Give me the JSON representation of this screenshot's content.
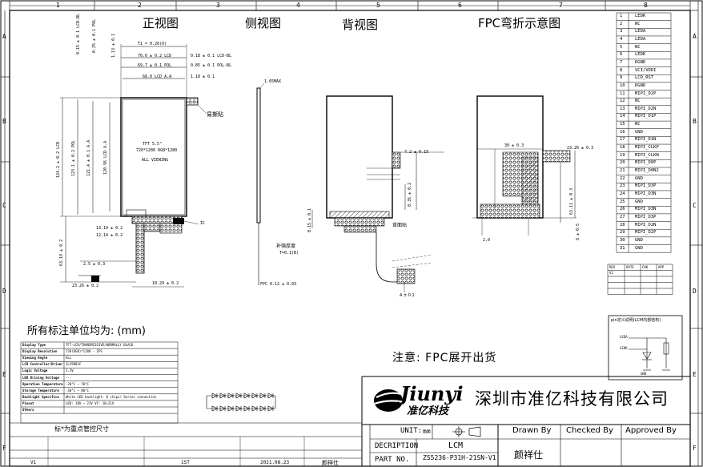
{
  "frame": {
    "columns": [
      "1",
      "2",
      "3",
      "4",
      "5",
      "6",
      "7",
      "8"
    ],
    "rows": [
      "A",
      "B",
      "C",
      "D",
      "E",
      "F"
    ]
  },
  "views": {
    "front_title": "正视图",
    "side_title": "侧视图",
    "back_title": "背视图",
    "fpc_title": "FPC弯折示意图"
  },
  "front_view": {
    "top_dims": [
      "T1 = 0.20(0)",
      "70.0 ± 0.2 LCD",
      "69.7 ± 0.1 POL",
      "68.0 LCD A.A",
      "0.18 ± 0.1 LCD-BL",
      "0.85 ± 0.1 POL-BL",
      "1.18 ± 0.1"
    ],
    "left_dims": [
      "0.15 ± 0.1 LCD-BL",
      "0.25 ± 0.1 POL",
      "1.13 ± 0.1"
    ],
    "vertical_dims": [
      "124.2 ± 0.2 LCD",
      "123.1 ± 0.2 POL",
      "121.4 ± 0.1 A.A",
      "120.96 LCD A.A"
    ],
    "panel_lines": [
      "TFT 5.5\"",
      "720*1280 RGB*1280",
      "ALL VIEWING"
    ],
    "tape_label": "易撕贴",
    "ic_label": "IC",
    "bottom_dims": [
      "13.19 ± 0.2",
      "12.14 ± 0.2",
      "63.19 ± 0.2",
      "2.5 ± 0.3",
      "23.26 ± 0.2",
      "18.29 ± 0.2"
    ]
  },
  "side_view": {
    "top_label": "1.65MAX",
    "bottom_label": "FPC 0.12 ± 0.03"
  },
  "back_view": {
    "dims": [
      "7.2 ± 0.15",
      "0.35 ± 0.2",
      "0.15 ± 0.1"
    ],
    "fold_label": "背面贴",
    "stiffener_label": "补强厚度",
    "thickness_label": "T=0.1(B)",
    "fpc_end_label": "A ± 0.1"
  },
  "fpc_view": {
    "dims": [
      "30 ± 0.3",
      "23.26 ± 0.3",
      "63.11 ± 0.3",
      "8 ± 0.5"
    ],
    "note": "2.0"
  },
  "units_note": "所有标注单位均为: (mm)",
  "notice": "注意: FPC展开出货",
  "spec_table": [
    [
      "Display Type",
      "TFT-LCD/TRANSMISSIVE/NORMALLY BLACK"
    ],
    [
      "Display Resolution",
      "720(RGB)*1280 - IPS"
    ],
    [
      "Viewing Angle",
      "ALL"
    ],
    [
      "LCD Controller/Driver",
      "ILI9881C"
    ],
    [
      "Logic Voltage",
      "3.3V"
    ],
    [
      "LED Driving Voltage",
      "---"
    ],
    [
      "Operation Temperature",
      "-20°C ~ 70°C"
    ],
    [
      "Storage Temperature",
      "-30°C ~ 80°C"
    ],
    [
      "Backlight Specifica",
      "White LED backlight: 8 chips/ Series connection"
    ],
    [
      "Pinout",
      "LED: 18V ~ 21V VF: 18~21V"
    ],
    [
      "Others",
      ""
    ]
  ],
  "spec_footnote": "标*为重点管控尺寸",
  "pin_table": [
    [
      "1",
      "LEDK"
    ],
    [
      "2",
      "NC"
    ],
    [
      "3",
      "LEDA"
    ],
    [
      "4",
      "LEDA"
    ],
    [
      "5",
      "NC"
    ],
    [
      "6",
      "LEDK"
    ],
    [
      "7",
      "DGND"
    ],
    [
      "8",
      "VCI/VDDI"
    ],
    [
      "9",
      "LCD_RST"
    ],
    [
      "10",
      "DGND"
    ],
    [
      "11",
      "MIPI_D2P"
    ],
    [
      "12",
      "NC"
    ],
    [
      "13",
      "MIPI_D2N"
    ],
    [
      "14",
      "MIPI_D1P"
    ],
    [
      "15",
      "NC"
    ],
    [
      "16",
      "GND"
    ],
    [
      "17",
      "MIPI_D1N"
    ],
    [
      "18",
      "MIPI_CLKP"
    ],
    [
      "19",
      "MIPI_CLKN"
    ],
    [
      "20",
      "MIPI_D0P"
    ],
    [
      "21",
      "MIPI_D0N2"
    ],
    [
      "22",
      "GND"
    ],
    [
      "23",
      "MIPI_D3P"
    ],
    [
      "24",
      "MIPI_D3N"
    ],
    [
      "25",
      "GND"
    ],
    [
      "26",
      "MIPI_D3N"
    ],
    [
      "27",
      "MIPI_D3P"
    ],
    [
      "28",
      "MIPI_D2N"
    ],
    [
      "29",
      "MIPI_D2P"
    ],
    [
      "30",
      "GND"
    ],
    [
      "31",
      "GND"
    ]
  ],
  "rev_table_header": [
    "REV",
    "DATE",
    "CHK",
    "APP"
  ],
  "rev_rows": [
    [
      "V1",
      "",
      "",
      ""
    ],
    [
      "",
      "",
      "",
      ""
    ],
    [
      "",
      "",
      "",
      ""
    ],
    [
      "",
      "",
      "",
      ""
    ]
  ],
  "circuit_title": "pin定义说明(LCM内部结构)",
  "circuit_labels": [
    "LEDA",
    "LEDK",
    "GND"
  ],
  "title_block": {
    "company_logo": "Jiunyi",
    "company_logo_cn": "准亿科技",
    "company_name": "深圳市准亿科技有限公司",
    "unit_label": "UNIT:",
    "unit_value": "mm",
    "drawn_by_label": "Drawn By",
    "checked_by_label": "Checked By",
    "approved_by_label": "Approved By",
    "drawn_by_value": "颜祥仕",
    "description_label": "DECRIPTION",
    "description_value": "LCM",
    "part_no_label": "PART NO.",
    "part_no_value": "ZS5236-P31H-21SN-V1"
  },
  "revision_bar": {
    "version": "V1",
    "status": "1ST",
    "date": "2021.08.23",
    "drawn": "颜祥仕"
  }
}
